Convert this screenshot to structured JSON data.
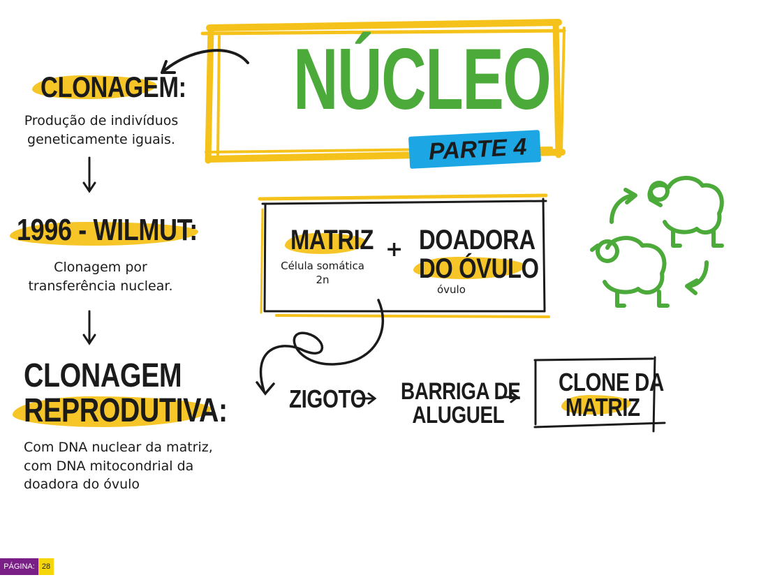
{
  "title": "NÚCLEO",
  "part": "PARTE 4",
  "left_column": {
    "section1": {
      "heading": "CLONAGEM:",
      "lines": [
        "Produção de indivíduos",
        "geneticamente iguais."
      ]
    },
    "section2": {
      "heading": "1996 - WILMUT:",
      "lines": [
        "Clonagem por",
        "transferência nuclear."
      ]
    },
    "section3": {
      "heading_lines": [
        "CLONAGEM",
        "REPRODUTIVA:"
      ],
      "lines": [
        "Com DNA nuclear da matriz,",
        "com DNA mitocondrial da",
        "doadora do óvulo"
      ]
    }
  },
  "box": {
    "matriz": {
      "label": "MATRIZ",
      "sub_lines": [
        "Célula somática",
        "2n"
      ]
    },
    "plus": "+",
    "doadora": {
      "label_lines": [
        "DOADORA",
        "DO ÓVULO"
      ],
      "sub": "óvulo"
    }
  },
  "flow": {
    "zigoto": "ZIGOTO",
    "barriga_lines": [
      "BARRIGA DE",
      "ALUGUEL"
    ],
    "clone_lines": [
      "CLONE DA",
      "MATRIZ"
    ]
  },
  "footer": {
    "label": "PÁGINA:",
    "page": "28"
  },
  "colors": {
    "yellow": "#f5c21b",
    "green": "#4caa3a",
    "blue": "#1ca6e3",
    "ink": "#1b1b1b",
    "purple": "#7a1f86"
  },
  "icons": [
    "sheep-cycle-icon"
  ]
}
